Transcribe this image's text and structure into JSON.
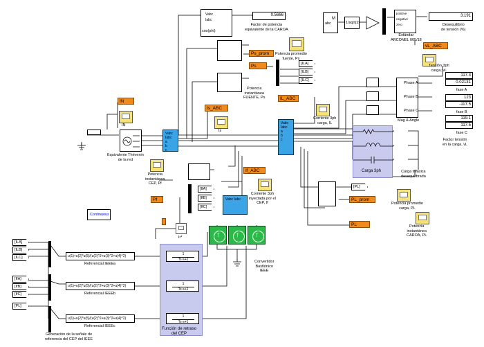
{
  "blocks": {
    "factor_display_value": "0.5666",
    "factor_label": "Factor de potencia\nequivalente de la CAROA",
    "cosphi_label": "cos(phi)",
    "ps_prom_goto": "Ps_prom",
    "ps_prom_label": "Potencia promedio\nfuente, Ps",
    "ps_goto": "Ps",
    "ps_label": "Potencia\ninstantánea\nFUENTE, Ps",
    "il_abc_goto": "IL_ABC",
    "vl_abc_goto": "vL_ABC",
    "is_abc_goto": "Is_ABC",
    "in_goto": "IN",
    "in_scope_label": "IN",
    "is_scope_label": "Is",
    "equiv_label": "Equivalente Thévenin\nde la red",
    "corriente_carga_label": "Corriente 3ph\ncarga, IL",
    "carga3ph_label": "Carga 3ph",
    "carga_trif_label": "Carga trifásica\ndesequilibrada",
    "desequilibrio_value": "3.191",
    "desequilibrio_label": "Desequilibrio\nde tensión (%)",
    "estandar_label": "Estándar\nARCONEL 005/18",
    "sqrt_label": "1/sqrt(2)",
    "abc_label": "abc",
    "mag_label": "Mag & Angle",
    "tension_label": "Tensión 3ph\ncarga, vL",
    "fase_a_vals": [
      "117.3",
      "0.02131"
    ],
    "fase_b_vals": [
      "123",
      "-117.5"
    ],
    "fase_c_vals": [
      "119.1",
      "117.5"
    ],
    "fase_a_label": "fase A",
    "fase_b_label": "fase B",
    "fase_c_label": "fase C",
    "factor_tension_label": "Factor tensión\nen la carga, vL",
    "if_abc_goto": "If_ABC",
    "pf_goto": "Pf",
    "pf_label": "Potencia\ninstantánea\nCEP, Pf",
    "corriente_iny_label": "Corriente 3ph\ninyectada por el\nCEP, If",
    "continuous_label": "Continuous",
    "ir_label": "Ir*",
    "pl_from": "[PL]",
    "pl_prom_goto": "PL_prom",
    "pl_prom_label": "Potencia promedio\ncarga, PL",
    "pl_goto": "PL",
    "pl_label": "Potencia\ninstantánea\nCAROA, PL",
    "convertidor_label": "Convertidor\nBastlónico\nIEEE",
    "from_ila": "[ILA]",
    "from_ilb": "[ILB]",
    "from_ilc": "[ILC]",
    "from_ifa": "[IfA]",
    "from_ifb": "[IfB]",
    "from_ifc": "[IfC]",
    "from_pl": "[PL]",
    "tag_ila": "[ILA]",
    "tag_ilb": "[ILB]",
    "tag_ilc": "[ILC]",
    "tag_ifa": "[IfA]",
    "tag_ifb": "[IfB]",
    "tag_ifc": "[IfC]",
    "fcn_expr": "u(1)+u(2)*u(5)/(u(2)^2+u(3)^2+u(4)^2)",
    "ref_a": "Referencial IEEEa",
    "ref_b": "Referencial IEEEb",
    "ref_c": "Referencial IEEEc",
    "generacion_label": "Generación de la señale de\nreferencia del CEP del IEEE",
    "retraso_label": "Función de retraso\ndel CEP",
    "tf_num": "1",
    "tf_den": "Ts·s+1",
    "phase_a": "Phase A",
    "phase_b": "Phase B",
    "phase_c": "Phase C",
    "positive": "positive",
    "negative": "negative",
    "zero": "zero"
  },
  "colors": {
    "goto_orange": "#f08a1c",
    "scope_yellow": "#f6e27a",
    "measure_blue": "#3aa4e6",
    "converter_green": "#2db84a",
    "subsystem_lavender": "#c9cbee"
  }
}
